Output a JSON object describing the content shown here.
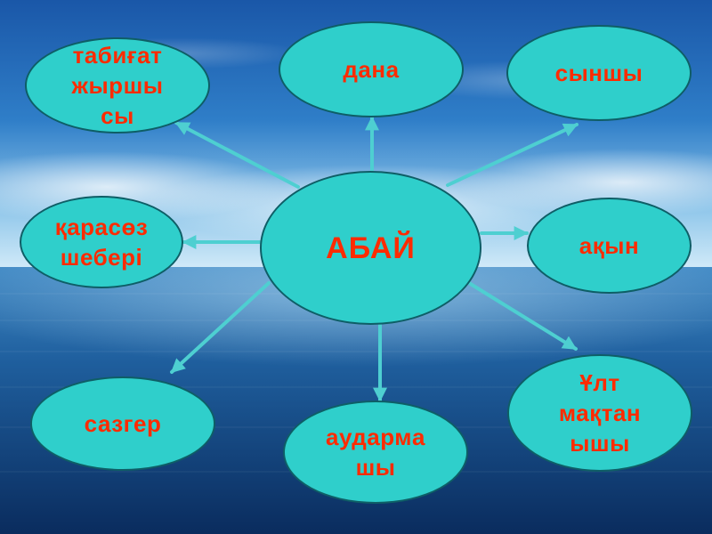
{
  "center": {
    "label": "АБАЙ"
  },
  "nodes": {
    "tabigat": "табиғат\nжыршы\nсы",
    "dana": "дана",
    "synshy": "сыншы",
    "karasoz": "қарасөз\nшебері",
    "akyn": "ақын",
    "sazger": "сазгер",
    "audarmashy": "аудармa\nшы",
    "ult": "Ұлт\nмақтан\nышы"
  },
  "colors": {
    "node_fill": "#2fcfcb",
    "node_border": "#0e5e66",
    "label_text": "#ff2b00",
    "arrow": "#4ecfd1"
  }
}
